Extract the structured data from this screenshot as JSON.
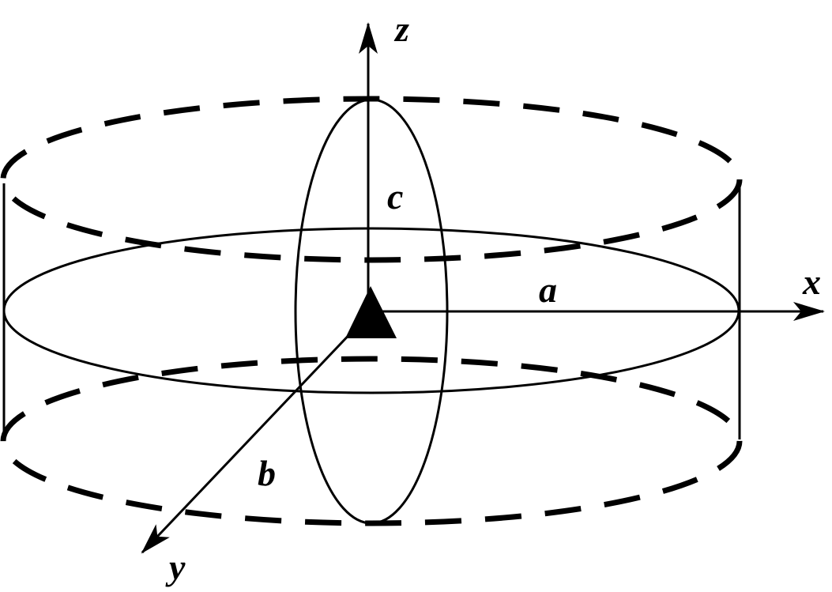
{
  "labels": {
    "z_axis": "z",
    "x_axis": "x",
    "y_axis": "y",
    "semi_axis_a": "a",
    "semi_axis_b": "b",
    "semi_axis_c": "c"
  },
  "colors": {
    "stroke": "#000000",
    "background": "#ffffff"
  }
}
